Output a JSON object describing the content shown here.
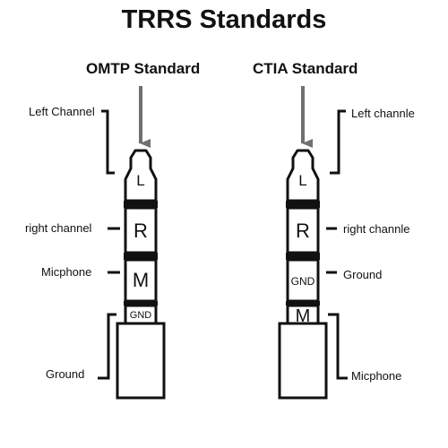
{
  "title": "TRRS Standards",
  "omtp": {
    "heading": "OMTP Standard",
    "segments": {
      "tip": "L",
      "ring1": "R",
      "ring2": "M",
      "sleeve_band": "GND"
    },
    "labels": {
      "left": "Left Channel",
      "right": "right channel",
      "mic": "Micphone",
      "ground": "Ground"
    }
  },
  "ctia": {
    "heading": "CTIA Standard",
    "segments": {
      "tip": "L",
      "ring1": "R",
      "ring2": "GND",
      "sleeve_band": "M"
    },
    "labels": {
      "left": "Left channle",
      "right": "right channle",
      "ground": "Ground",
      "mic": "Micphone"
    }
  },
  "colors": {
    "ink": "#111111",
    "arrow": "#707070",
    "background": "#ffffff"
  }
}
